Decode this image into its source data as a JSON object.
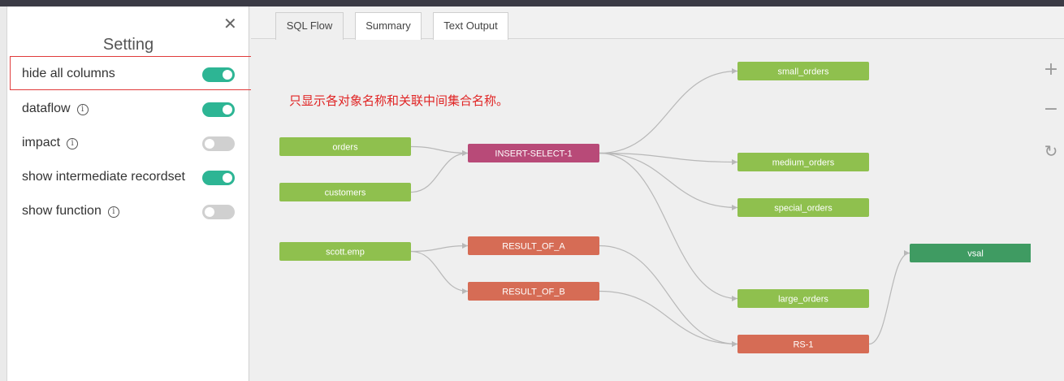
{
  "settings": {
    "title": "Setting",
    "close_glyph": "✕",
    "items": [
      {
        "label": "hide all columns",
        "info": false,
        "on": true
      },
      {
        "label": "dataflow",
        "info": true,
        "on": true
      },
      {
        "label": "impact",
        "info": true,
        "on": false
      },
      {
        "label": "show intermediate recordset",
        "info": false,
        "on": true
      },
      {
        "label": "show function",
        "info": true,
        "on": false
      }
    ],
    "info_glyph": "i"
  },
  "tabs": [
    {
      "label": "SQL Flow",
      "active": true
    },
    {
      "label": "Summary",
      "active": false
    },
    {
      "label": "Text Output",
      "active": false
    }
  ],
  "annotation": "只显示各对象名称和关联中间集合名称。",
  "zoom_controls": {
    "zoom_in": "+",
    "zoom_out": "−",
    "reset": "↻"
  },
  "colors": {
    "table": "#8fc04e",
    "insert_select": "#b84a78",
    "result": "#d66c55",
    "vsal": "#3f9b62",
    "toggle_on": "#2db594",
    "edge": "#b8b8b8"
  },
  "flow": {
    "nodes": [
      {
        "id": "orders",
        "label": "orders",
        "kind": "table"
      },
      {
        "id": "customers",
        "label": "customers",
        "kind": "table"
      },
      {
        "id": "scott_emp",
        "label": "scott.emp",
        "kind": "table"
      },
      {
        "id": "insert1",
        "label": "INSERT-SELECT-1",
        "kind": "insert_select"
      },
      {
        "id": "res_a",
        "label": "RESULT_OF_A",
        "kind": "result"
      },
      {
        "id": "res_b",
        "label": "RESULT_OF_B",
        "kind": "result"
      },
      {
        "id": "small_orders",
        "label": "small_orders",
        "kind": "table"
      },
      {
        "id": "medium_orders",
        "label": "medium_orders",
        "kind": "table"
      },
      {
        "id": "special_orders",
        "label": "special_orders",
        "kind": "table"
      },
      {
        "id": "large_orders",
        "label": "large_orders",
        "kind": "table"
      },
      {
        "id": "rs1",
        "label": "RS-1",
        "kind": "result"
      },
      {
        "id": "vsal",
        "label": "vsal",
        "kind": "vsal"
      }
    ],
    "edges": [
      [
        "orders",
        "insert1"
      ],
      [
        "customers",
        "insert1"
      ],
      [
        "insert1",
        "small_orders"
      ],
      [
        "insert1",
        "medium_orders"
      ],
      [
        "insert1",
        "special_orders"
      ],
      [
        "insert1",
        "large_orders"
      ],
      [
        "scott_emp",
        "res_a"
      ],
      [
        "scott_emp",
        "res_b"
      ],
      [
        "res_a",
        "rs1"
      ],
      [
        "res_b",
        "rs1"
      ],
      [
        "rs1",
        "vsal"
      ]
    ]
  }
}
